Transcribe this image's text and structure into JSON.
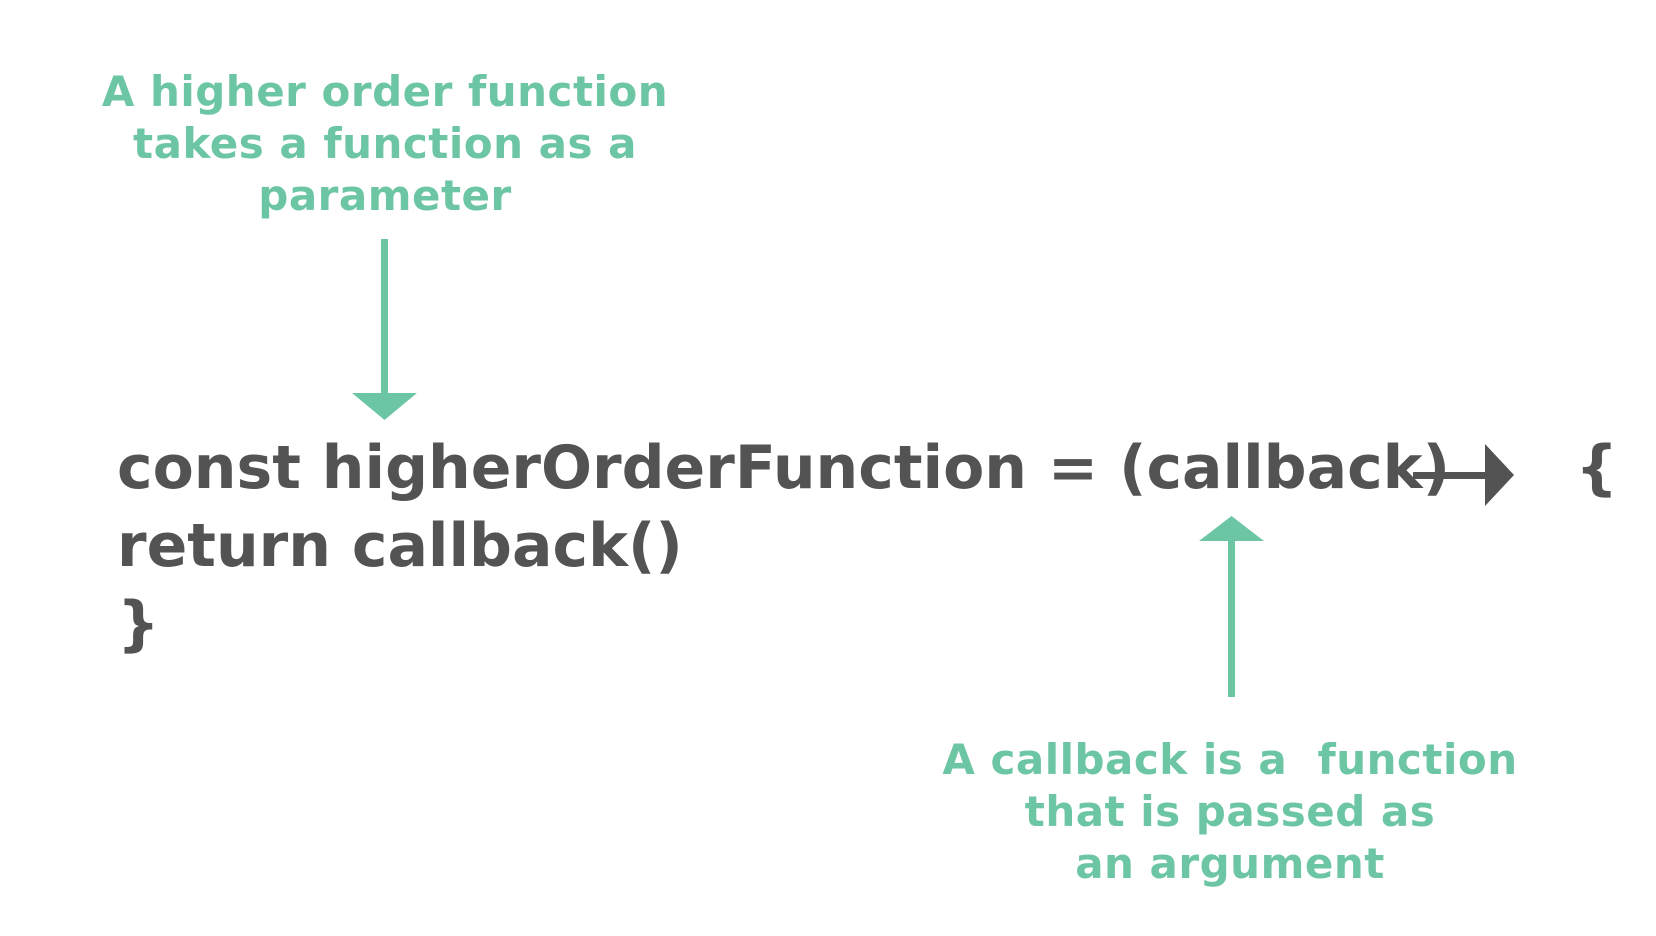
{
  "colors": {
    "annotation": "#6cc6a3",
    "code": "#535353",
    "background": "#ffffff"
  },
  "annotations": {
    "top": {
      "lines": [
        "A higher order function",
        "takes a function as a",
        "parameter"
      ]
    },
    "bottom": {
      "lines": [
        "A callback is a  function",
        "that is passed as",
        "an argument"
      ]
    }
  },
  "code": {
    "line1_before_arrow": "const higherOrderFunction = (callback)",
    "line1_after_arrow": "{",
    "line2": "return callback()",
    "line3": "}"
  },
  "icons": {
    "top_arrow": "arrow-down-icon",
    "bottom_arrow": "arrow-up-icon",
    "code_arrow": "arrow-right-icon"
  }
}
